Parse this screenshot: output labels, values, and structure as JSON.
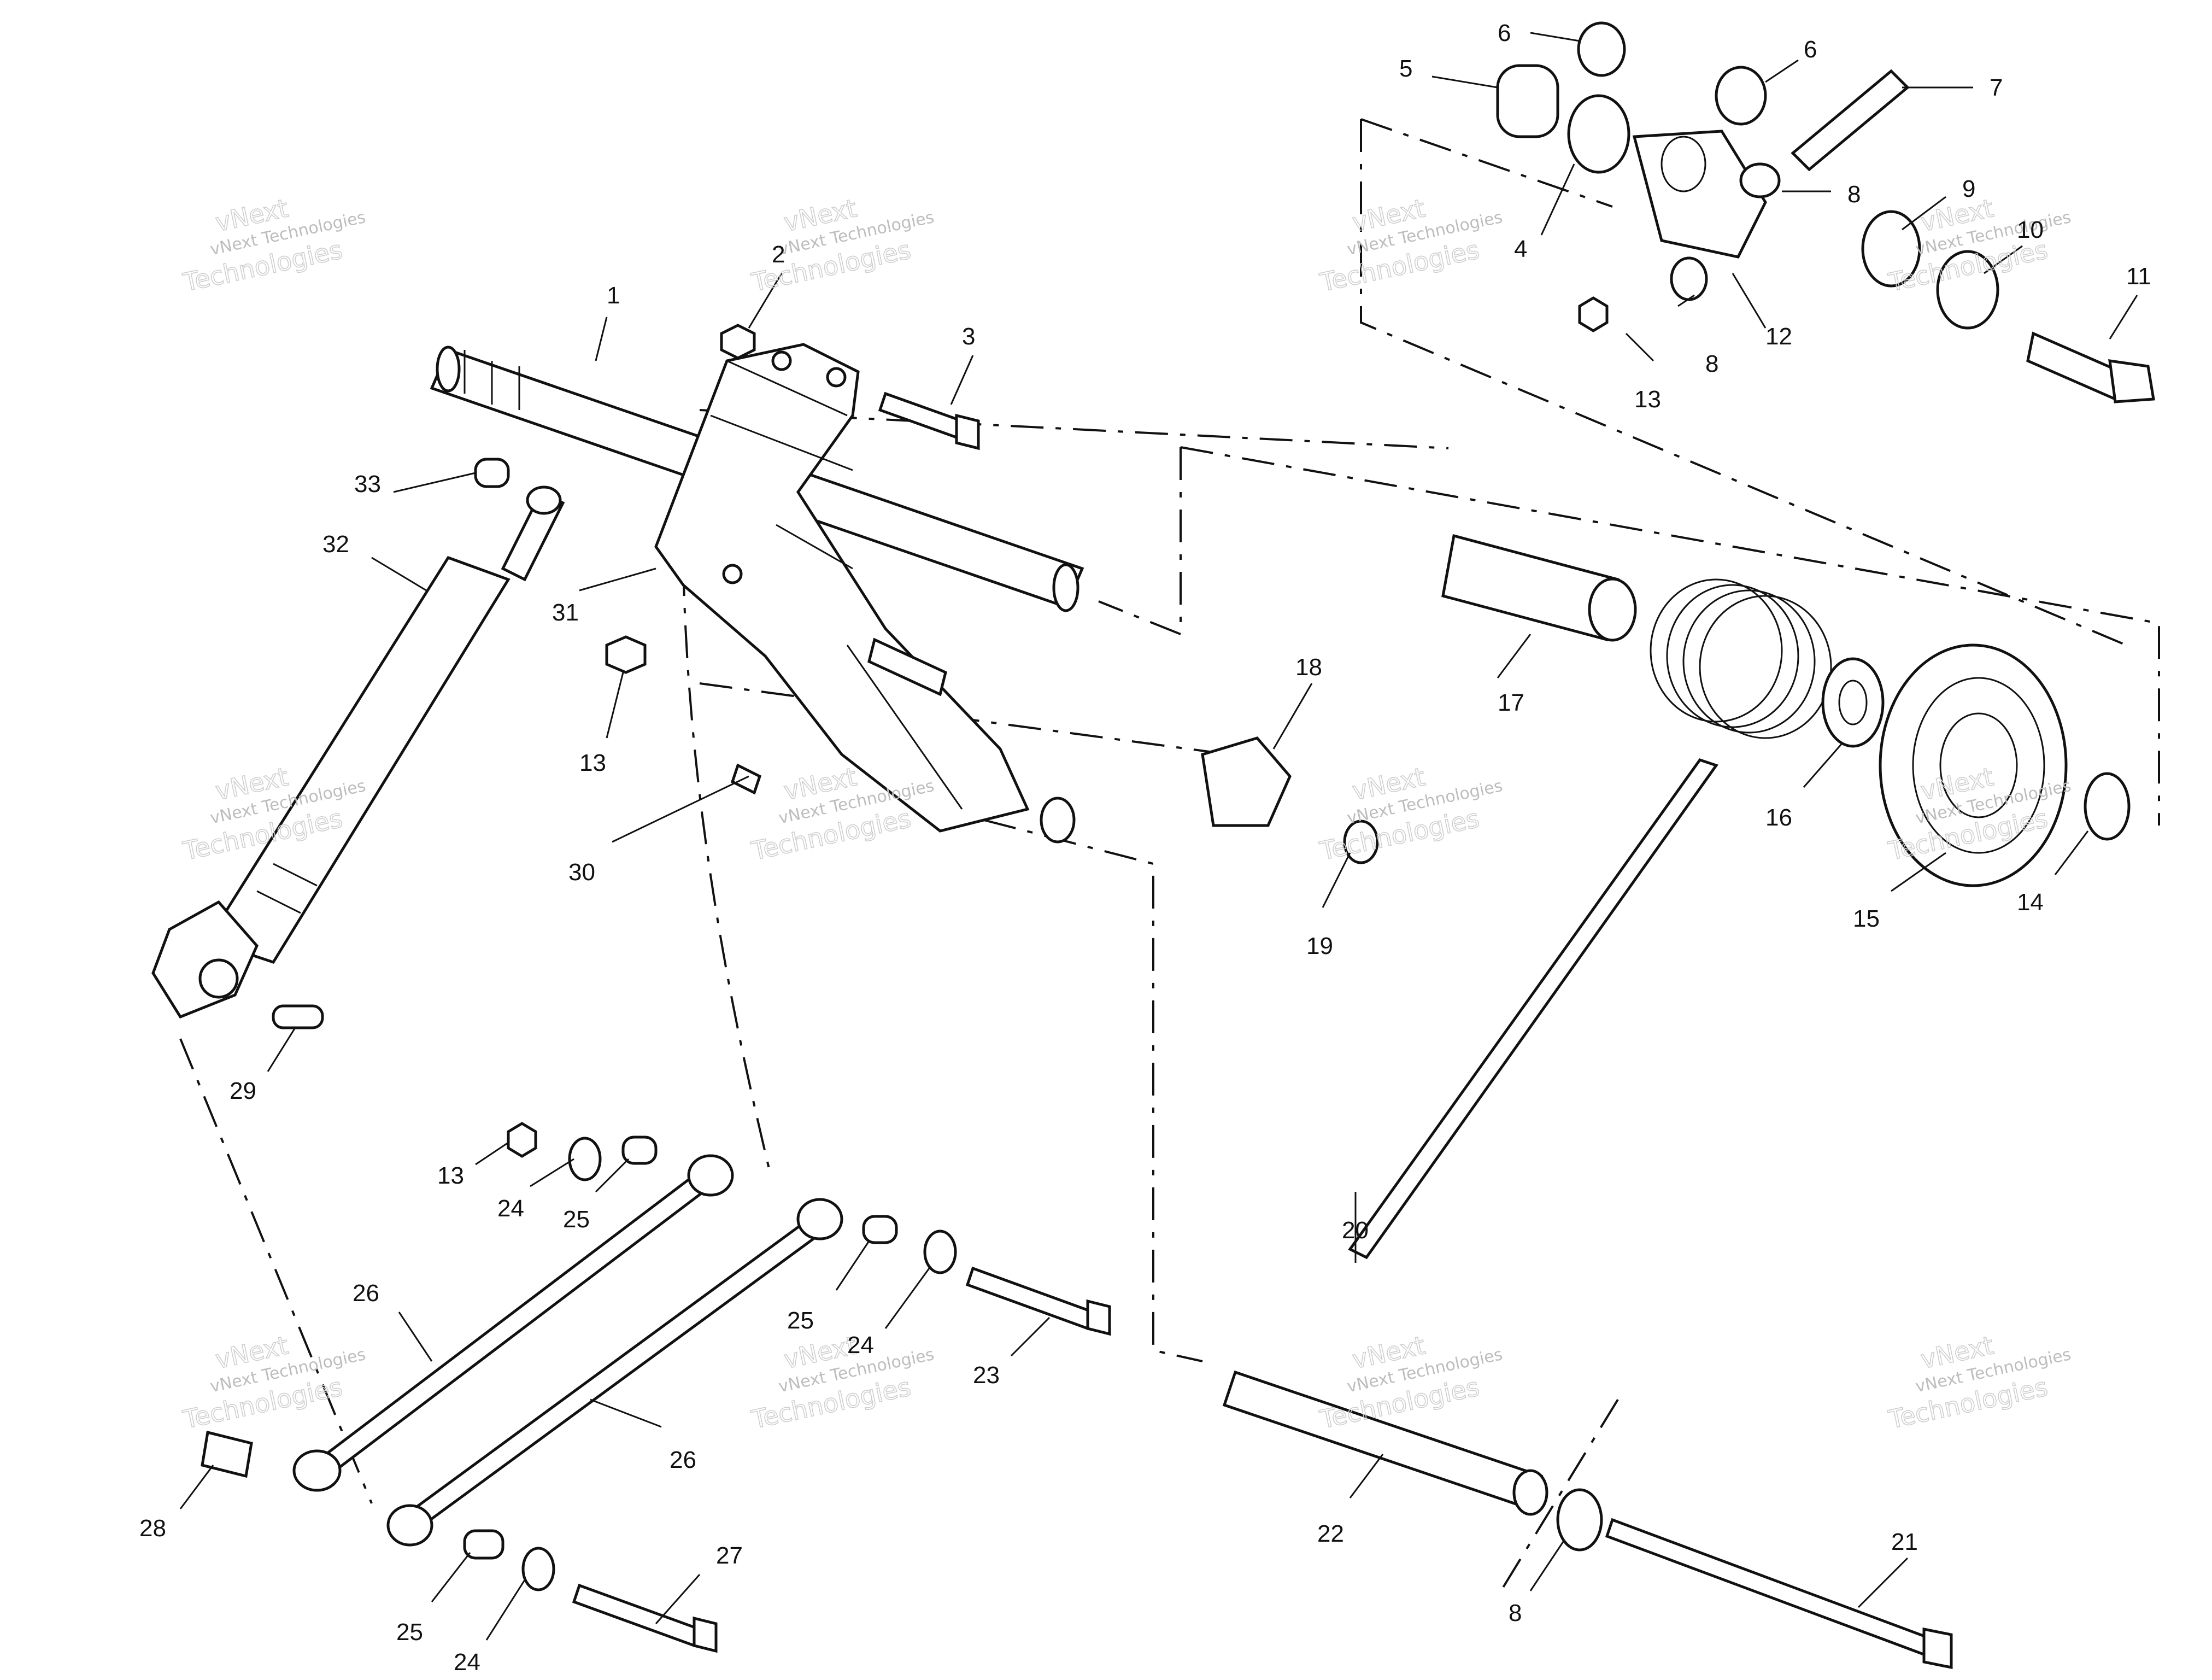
{
  "watermark": {
    "line1": "vNext",
    "line2": "vNext Technologies",
    "line3": "Technologies"
  },
  "callouts": [
    {
      "id": "c1",
      "text": "1"
    },
    {
      "id": "c2",
      "text": "2"
    },
    {
      "id": "c3",
      "text": "3"
    },
    {
      "id": "c4",
      "text": "4"
    },
    {
      "id": "c5",
      "text": "5"
    },
    {
      "id": "c6a",
      "text": "6"
    },
    {
      "id": "c6b",
      "text": "6"
    },
    {
      "id": "c7",
      "text": "7"
    },
    {
      "id": "c8a",
      "text": "8"
    },
    {
      "id": "c8b",
      "text": "8"
    },
    {
      "id": "c8c",
      "text": "8"
    },
    {
      "id": "c9",
      "text": "9"
    },
    {
      "id": "c10",
      "text": "10"
    },
    {
      "id": "c11",
      "text": "11"
    },
    {
      "id": "c12",
      "text": "12"
    },
    {
      "id": "c13a",
      "text": "13"
    },
    {
      "id": "c13b",
      "text": "13"
    },
    {
      "id": "c13c",
      "text": "13"
    },
    {
      "id": "c14",
      "text": "14"
    },
    {
      "id": "c15",
      "text": "15"
    },
    {
      "id": "c16",
      "text": "16"
    },
    {
      "id": "c17",
      "text": "17"
    },
    {
      "id": "c18",
      "text": "18"
    },
    {
      "id": "c19",
      "text": "19"
    },
    {
      "id": "c20",
      "text": "20"
    },
    {
      "id": "c21",
      "text": "21"
    },
    {
      "id": "c22",
      "text": "22"
    },
    {
      "id": "c23",
      "text": "23"
    },
    {
      "id": "c24a",
      "text": "24"
    },
    {
      "id": "c24b",
      "text": "24"
    },
    {
      "id": "c24c",
      "text": "24"
    },
    {
      "id": "c25a",
      "text": "25"
    },
    {
      "id": "c25b",
      "text": "25"
    },
    {
      "id": "c25c",
      "text": "25"
    },
    {
      "id": "c26a",
      "text": "26"
    },
    {
      "id": "c26b",
      "text": "26"
    },
    {
      "id": "c27",
      "text": "27"
    },
    {
      "id": "c28",
      "text": "28"
    },
    {
      "id": "c29",
      "text": "29"
    },
    {
      "id": "c30",
      "text": "30"
    },
    {
      "id": "c31",
      "text": "31"
    },
    {
      "id": "c32",
      "text": "32"
    },
    {
      "id": "c33",
      "text": "33"
    }
  ]
}
